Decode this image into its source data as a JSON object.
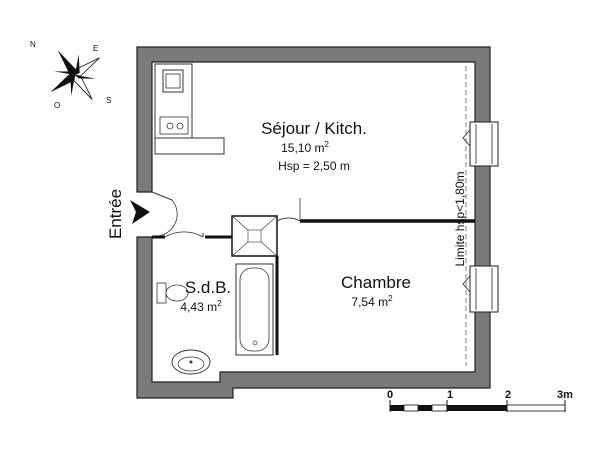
{
  "rooms": {
    "sejour": {
      "name": "Séjour / Kitch.",
      "area": "15,10 m",
      "area_sup": "2",
      "height": "Hsp = 2,50 m"
    },
    "chambre": {
      "name": "Chambre",
      "area": "7,54 m",
      "area_sup": "2"
    },
    "sdb": {
      "name": "S.d.B.",
      "area": "4,43 m",
      "area_sup": "2"
    }
  },
  "entrance_label": "Entrée",
  "limit_label": "Limite hsp<1,80m",
  "compass": {
    "n": "N",
    "e": "E",
    "s": "S",
    "o": "O"
  },
  "scale": {
    "ticks": [
      "0",
      "1",
      "2",
      "3m"
    ]
  },
  "colors": {
    "wall": "#7a7a7a",
    "wall_outline": "#222222",
    "partition": "#111111"
  }
}
